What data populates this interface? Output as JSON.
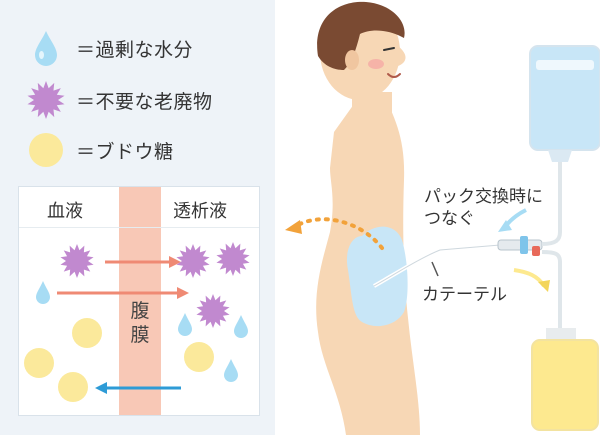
{
  "legend": {
    "water_label": "＝過剰な水分",
    "waste_label": "＝不要な老廃物",
    "glucose_label": "＝ブドウ糖"
  },
  "membrane": {
    "blood_label": "血液",
    "dialysate_label": "透析液",
    "peritoneum_label": [
      "腹",
      "膜"
    ]
  },
  "callouts": {
    "connect_lines": [
      "パック交換時に",
      "つなぐ"
    ],
    "catheter_label": "カテーテル"
  },
  "colors": {
    "water": "#a7dcf4",
    "waste": "#c189cf",
    "glucose": "#fbe99b",
    "peritoneum": "#f8c8b6",
    "arrow_out": "#ef8a74",
    "arrow_in": "#2e9bd6",
    "skin": "#f7d7b5",
    "hair": "#7a4a32",
    "dialysate_fluid": "#c8e6f7",
    "drain_fluid": "#fde98f",
    "flow_arrow": "#f2a23a"
  },
  "icons": {
    "water": "droplet-icon",
    "waste": "spiky-waste-icon",
    "glucose": "glucose-circle-icon"
  }
}
